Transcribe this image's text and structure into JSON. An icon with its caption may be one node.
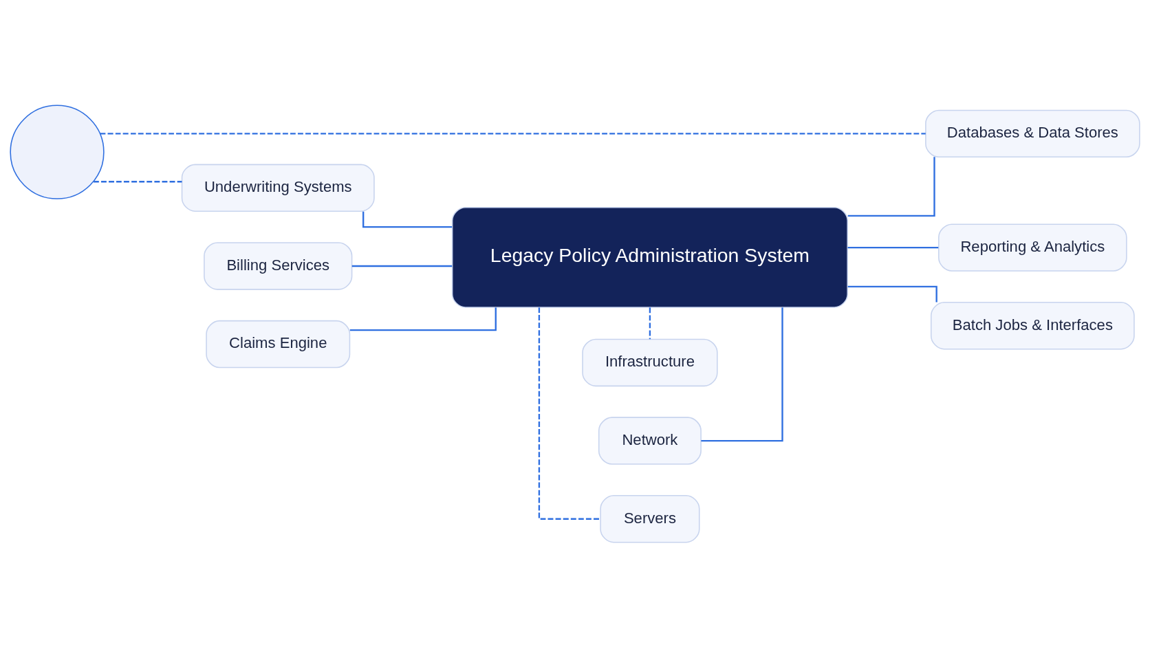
{
  "diagram": {
    "nodes": [
      {
        "text": [
          "Legacy Policy Administration System"
        ]
      },
      {
        "text": [
          "Underwriting Systems"
        ]
      },
      {
        "text": [
          "Billing Services"
        ]
      },
      {
        "text": [
          "Claims Engine"
        ]
      },
      {
        "text": [
          "Databases & Data Stores"
        ]
      },
      {
        "text": [
          "Reporting & Analytics"
        ]
      },
      {
        "text": [
          "Batch Jobs & Interfaces"
        ]
      },
      {
        "text": [],
        "shape": "circle"
      },
      {
        "text": [
          "Servers"
        ]
      },
      {
        "text": [
          "Network"
        ]
      },
      {
        "text": [
          "Infrastructure"
        ]
      }
    ],
    "edges": [
      {
        "from": 1,
        "to": 0,
        "arrow": "none"
      },
      {
        "from": 2,
        "to": 0,
        "arrow": "none"
      },
      {
        "from": 3,
        "to": 0,
        "arrow": "none"
      },
      {
        "from": 0,
        "to": 4,
        "arrow": "none"
      },
      {
        "from": 0,
        "to": 5,
        "arrow": "none"
      },
      {
        "from": 0,
        "to": 6,
        "arrow": "none"
      },
      {
        "from": 7,
        "to": 1,
        "arrow": "none",
        "style": "dashed"
      },
      {
        "from": 7,
        "to": 4,
        "arrow": "none",
        "style": "dashed"
      },
      {
        "from": 0,
        "to": 8,
        "arrow": "none",
        "style": "dashed"
      },
      {
        "from": 0,
        "to": 9,
        "arrow": "none"
      },
      {
        "from": 0,
        "to": 10,
        "arrow": "none",
        "style": "dashed"
      }
    ]
  }
}
